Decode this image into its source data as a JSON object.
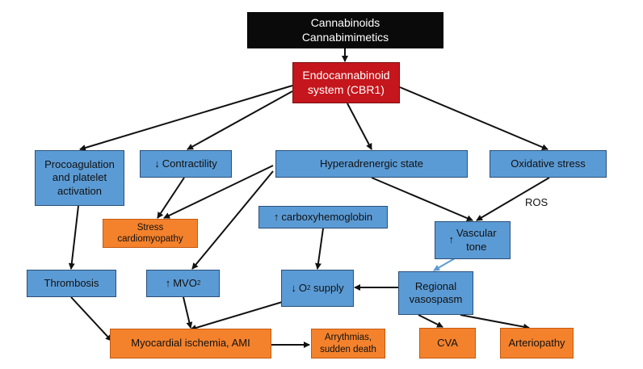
{
  "nodes": {
    "cannabinoids": "Cannabinoids\nCannabimimetics",
    "ecs": "Endocannabinoid\nsystem (CBR1)",
    "procoag": "Procoagulation\nand platelet\nactivation",
    "contractility": "Contractility",
    "hyperadrenergic": "Hyperadrenergic state",
    "oxidative": "Oxidative stress",
    "stress_cardio": "Stress\ncardiomyopathy",
    "carboxy": "carboxyhemoglobin",
    "vascular": "Vascular\ntone",
    "thrombosis": "Thrombosis",
    "mvo2": "MVO",
    "mvo2_sub": "2",
    "o2_supply": "O",
    "o2_sub": "2",
    "o2_rest": " supply",
    "regional": "Regional\nvasospasm",
    "ischemia": "Myocardial ischemia, AMI",
    "arrythmias": "Arrythmias,\nsudden death",
    "cva": "CVA",
    "arteriopathy": "Arteriopathy"
  },
  "edge_labels": {
    "ros": "ROS"
  },
  "colors": {
    "blue": "#5b9bd5",
    "orange": "#f4822c",
    "black": "#0a0a0a",
    "red": "#c4161c",
    "arrow": "#111111",
    "highlight_arrow": "#5b9bd5"
  },
  "glyphs": {
    "down": "↓",
    "up": "↑"
  }
}
